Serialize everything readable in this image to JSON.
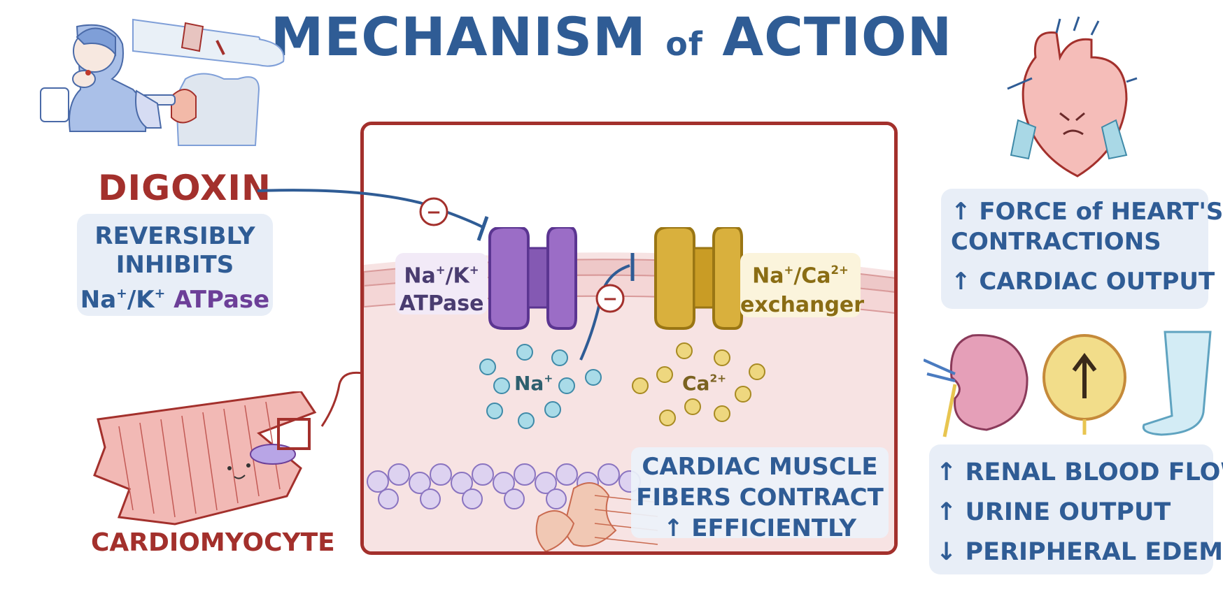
{
  "title": {
    "part1": "MECHANISM",
    "part2": "of",
    "part3": "ACTION"
  },
  "drug": {
    "name": "DIGOXIN"
  },
  "inhibit_box": {
    "line1": "REVERSIBLY",
    "line2": "INHIBITS",
    "line3_base": "Na",
    "line3_sup1": "+",
    "line3_mid": "/K",
    "line3_sup2": "+",
    "line3_end": " ATPase"
  },
  "cell_label": "CARDIOMYOCYTE",
  "pump": {
    "line1_a": "Na",
    "line1_sup": "+",
    "line1_b": "/K",
    "line1_sup2": "+",
    "line2": "ATPase"
  },
  "exchanger": {
    "line1_a": "Na",
    "line1_sup": "+",
    "line1_b": "/Ca",
    "line1_sup2": "2+",
    "line2": "exchanger"
  },
  "ions": {
    "na_base": "Na",
    "na_sup": "+",
    "ca_base": "Ca",
    "ca_sup": "2+"
  },
  "inhibit_symbol": "−",
  "muscle_box": {
    "line1": "CARDIAC MUSCLE",
    "line2": "FIBERS CONTRACT",
    "line3": "↑ EFFICIENTLY"
  },
  "heart_effects": {
    "line1": "↑ FORCE of HEART'S",
    "line2": "CONTRACTIONS",
    "line3": "↑ CARDIAC OUTPUT"
  },
  "renal_effects": {
    "line1": "↑ RENAL BLOOD FLOW",
    "line2": "↑ URINE OUTPUT",
    "line3": "↓ PERIPHERAL EDEMA"
  },
  "colors": {
    "blue": "#2f5c95",
    "red": "#a3302c",
    "purple": "#9b6dc6",
    "gold": "#d4af3a",
    "pink": "#f6e2e2"
  },
  "icons": [
    "patient-taking-pill-icon",
    "iv-arm-icon",
    "injection-icon",
    "heart-icon",
    "kidney-icon",
    "bladder-icon",
    "leg-icon",
    "cardiomyocyte-icon"
  ]
}
